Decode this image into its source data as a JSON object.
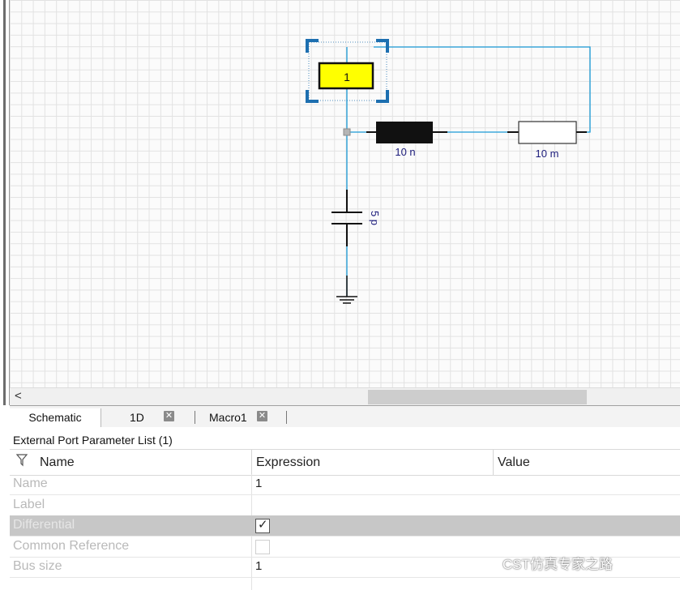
{
  "schematic": {
    "port_label": "1",
    "inductor_label": "10 n",
    "resistor_label": "10 m",
    "capacitor_label": "5 p"
  },
  "tabs": [
    {
      "label": "Schematic"
    },
    {
      "label": "1D"
    },
    {
      "label": "Macro1"
    }
  ],
  "panel": {
    "title": "External Port Parameter List (1)",
    "columns": {
      "name": "Name",
      "expression": "Expression",
      "value": "Value"
    },
    "rows": [
      {
        "name": "Name",
        "expression": "1"
      },
      {
        "name": "Label",
        "expression": ""
      },
      {
        "name": "Differential",
        "checked": true
      },
      {
        "name": "Common Reference",
        "checked": false
      },
      {
        "name": "Bus size",
        "expression": "1"
      }
    ]
  },
  "watermark": "CST仿真专家之路",
  "colors": {
    "wire": "#1a9ad6",
    "port_fill": "#ffff00",
    "selection": "#1d6fb0",
    "label_text": "#1a1a7a"
  }
}
